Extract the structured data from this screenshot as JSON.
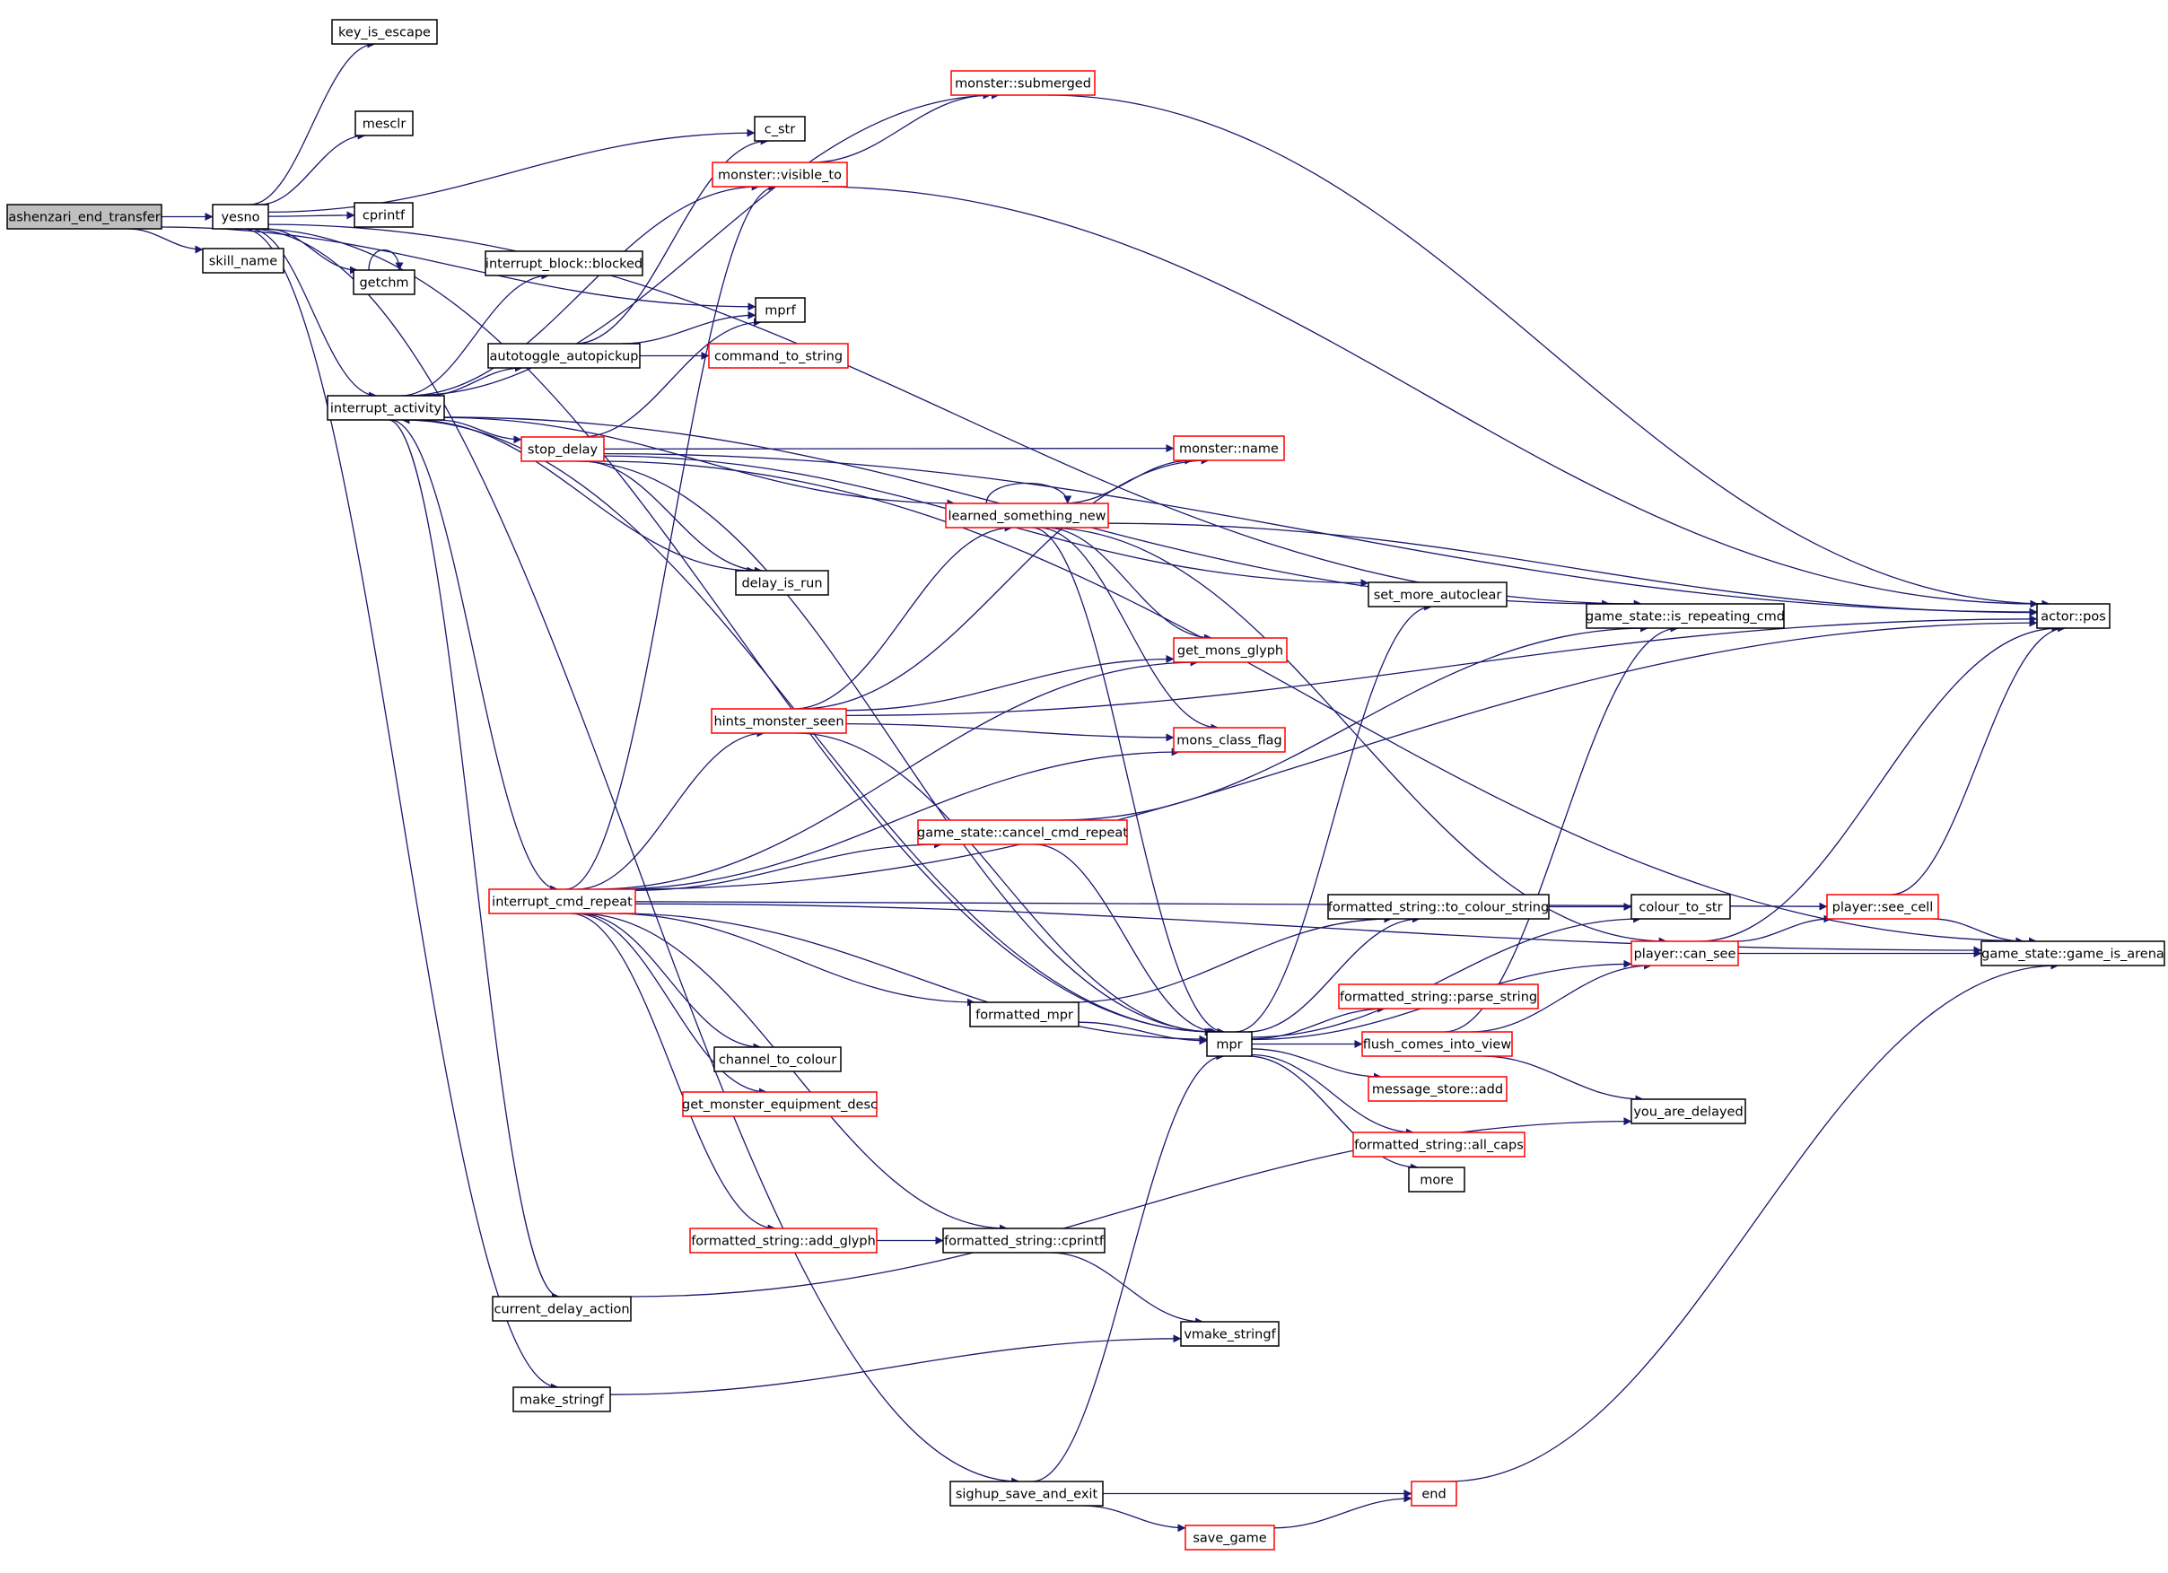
{
  "colors": {
    "edge": "#191970",
    "border_default": "#000000",
    "border_truncated": "#ff0000",
    "root_fill": "#bfbfbf",
    "node_fill": "#ffffff"
  },
  "nodes": [
    {
      "id": "ashenzari_end_transfer",
      "label": "ashenzari_end_transfer",
      "style": "root"
    },
    {
      "id": "yesno",
      "label": "yesno",
      "style": "normal"
    },
    {
      "id": "skill_name",
      "label": "skill_name",
      "style": "normal"
    },
    {
      "id": "key_is_escape",
      "label": "key_is_escape",
      "style": "normal"
    },
    {
      "id": "mesclr",
      "label": "mesclr",
      "style": "normal"
    },
    {
      "id": "cprintf",
      "label": "cprintf",
      "style": "normal"
    },
    {
      "id": "getchm",
      "label": "getchm",
      "style": "normal"
    },
    {
      "id": "c_str",
      "label": "c_str",
      "style": "normal"
    },
    {
      "id": "monster_submerged",
      "label": "monster::submerged",
      "style": "truncated"
    },
    {
      "id": "monster_visible_to",
      "label": "monster::visible_to",
      "style": "truncated"
    },
    {
      "id": "interrupt_block_blocked",
      "label": "interrupt_block::blocked",
      "style": "normal"
    },
    {
      "id": "mprf",
      "label": "mprf",
      "style": "normal"
    },
    {
      "id": "autotoggle_autopickup",
      "label": "autotoggle_autopickup",
      "style": "normal"
    },
    {
      "id": "command_to_string",
      "label": "command_to_string",
      "style": "truncated"
    },
    {
      "id": "interrupt_activity",
      "label": "interrupt_activity",
      "style": "normal"
    },
    {
      "id": "stop_delay",
      "label": "stop_delay",
      "style": "truncated"
    },
    {
      "id": "monster_name",
      "label": "monster::name",
      "style": "truncated"
    },
    {
      "id": "learned_something_new",
      "label": "learned_something_new",
      "style": "truncated"
    },
    {
      "id": "delay_is_run",
      "label": "delay_is_run",
      "style": "normal"
    },
    {
      "id": "set_more_autoclear",
      "label": "set_more_autoclear",
      "style": "normal"
    },
    {
      "id": "game_state_is_repeating_cmd",
      "label": "game_state::is_repeating_cmd",
      "style": "normal"
    },
    {
      "id": "actor_pos",
      "label": "actor::pos",
      "style": "normal"
    },
    {
      "id": "get_mons_glyph",
      "label": "get_mons_glyph",
      "style": "truncated"
    },
    {
      "id": "hints_monster_seen",
      "label": "hints_monster_seen",
      "style": "truncated"
    },
    {
      "id": "mons_class_flag",
      "label": "mons_class_flag",
      "style": "truncated"
    },
    {
      "id": "game_state_cancel_cmd_repeat",
      "label": "game_state::cancel_cmd_repeat",
      "style": "truncated"
    },
    {
      "id": "interrupt_cmd_repeat",
      "label": "interrupt_cmd_repeat",
      "style": "truncated"
    },
    {
      "id": "formatted_string_to_colour_string",
      "label": "formatted_string::to_colour_string",
      "style": "normal"
    },
    {
      "id": "colour_to_str",
      "label": "colour_to_str",
      "style": "normal"
    },
    {
      "id": "player_see_cell",
      "label": "player::see_cell",
      "style": "truncated"
    },
    {
      "id": "player_can_see",
      "label": "player::can_see",
      "style": "truncated"
    },
    {
      "id": "game_state_game_is_arena",
      "label": "game_state::game_is_arena",
      "style": "normal"
    },
    {
      "id": "formatted_string_parse_string",
      "label": "formatted_string::parse_string",
      "style": "truncated"
    },
    {
      "id": "formatted_mpr",
      "label": "formatted_mpr",
      "style": "normal"
    },
    {
      "id": "mpr",
      "label": "mpr",
      "style": "normal"
    },
    {
      "id": "flush_comes_into_view",
      "label": "flush_comes_into_view",
      "style": "truncated"
    },
    {
      "id": "channel_to_colour",
      "label": "channel_to_colour",
      "style": "normal"
    },
    {
      "id": "message_store_add",
      "label": "message_store::add",
      "style": "truncated"
    },
    {
      "id": "you_are_delayed",
      "label": "you_are_delayed",
      "style": "normal"
    },
    {
      "id": "get_monster_equipment_desc",
      "label": "get_monster_equipment_desc",
      "style": "truncated"
    },
    {
      "id": "formatted_string_all_caps",
      "label": "formatted_string::all_caps",
      "style": "truncated"
    },
    {
      "id": "more",
      "label": "more",
      "style": "normal"
    },
    {
      "id": "formatted_string_add_glyph",
      "label": "formatted_string::add_glyph",
      "style": "truncated"
    },
    {
      "id": "formatted_string_cprintf",
      "label": "formatted_string::cprintf",
      "style": "normal"
    },
    {
      "id": "current_delay_action",
      "label": "current_delay_action",
      "style": "normal"
    },
    {
      "id": "vmake_stringf",
      "label": "vmake_stringf",
      "style": "normal"
    },
    {
      "id": "make_stringf",
      "label": "make_stringf",
      "style": "normal"
    },
    {
      "id": "sighup_save_and_exit",
      "label": "sighup_save_and_exit",
      "style": "normal"
    },
    {
      "id": "end",
      "label": "end",
      "style": "truncated"
    },
    {
      "id": "save_game",
      "label": "save_game",
      "style": "truncated"
    }
  ],
  "edges": [
    [
      "ashenzari_end_transfer",
      "yesno"
    ],
    [
      "ashenzari_end_transfer",
      "skill_name"
    ],
    [
      "ashenzari_end_transfer",
      "mprf"
    ],
    [
      "yesno",
      "key_is_escape"
    ],
    [
      "yesno",
      "mesclr"
    ],
    [
      "yesno",
      "cprintf"
    ],
    [
      "yesno",
      "getchm"
    ],
    [
      "yesno",
      "c_str"
    ],
    [
      "yesno",
      "game_state_is_repeating_cmd"
    ],
    [
      "yesno",
      "interrupt_activity"
    ],
    [
      "yesno",
      "make_stringf"
    ],
    [
      "yesno",
      "sighup_save_and_exit"
    ],
    [
      "yesno",
      "mpr"
    ],
    [
      "getchm",
      "getchm"
    ],
    [
      "interrupt_activity",
      "monster_submerged"
    ],
    [
      "interrupt_activity",
      "monster_visible_to"
    ],
    [
      "interrupt_activity",
      "interrupt_block_blocked"
    ],
    [
      "interrupt_activity",
      "autotoggle_autopickup"
    ],
    [
      "interrupt_activity",
      "stop_delay"
    ],
    [
      "interrupt_activity",
      "delay_is_run"
    ],
    [
      "interrupt_activity",
      "interrupt_cmd_repeat"
    ],
    [
      "interrupt_activity",
      "current_delay_action"
    ],
    [
      "interrupt_activity",
      "learned_something_new"
    ],
    [
      "interrupt_activity",
      "game_state_is_repeating_cmd"
    ],
    [
      "autotoggle_autopickup",
      "c_str"
    ],
    [
      "autotoggle_autopickup",
      "mprf"
    ],
    [
      "autotoggle_autopickup",
      "command_to_string"
    ],
    [
      "stop_delay",
      "mprf"
    ],
    [
      "stop_delay",
      "delay_is_run"
    ],
    [
      "stop_delay",
      "monster_name"
    ],
    [
      "stop_delay",
      "actor_pos"
    ],
    [
      "stop_delay",
      "set_more_autoclear"
    ],
    [
      "stop_delay",
      "game_state_game_is_arena"
    ],
    [
      "stop_delay",
      "mpr"
    ],
    [
      "monster_visible_to",
      "monster_submerged"
    ],
    [
      "monster_visible_to",
      "actor_pos"
    ],
    [
      "monster_submerged",
      "actor_pos"
    ],
    [
      "learned_something_new",
      "learned_something_new"
    ],
    [
      "learned_something_new",
      "monster_name"
    ],
    [
      "learned_something_new",
      "get_mons_glyph"
    ],
    [
      "learned_something_new",
      "mons_class_flag"
    ],
    [
      "learned_something_new",
      "actor_pos"
    ],
    [
      "learned_something_new",
      "player_can_see"
    ],
    [
      "learned_something_new",
      "mpr"
    ],
    [
      "hints_monster_seen",
      "learned_something_new"
    ],
    [
      "hints_monster_seen",
      "get_mons_glyph"
    ],
    [
      "hints_monster_seen",
      "mons_class_flag"
    ],
    [
      "hints_monster_seen",
      "actor_pos"
    ],
    [
      "hints_monster_seen",
      "monster_name"
    ],
    [
      "hints_monster_seen",
      "mpr"
    ],
    [
      "interrupt_cmd_repeat",
      "monster_visible_to"
    ],
    [
      "interrupt_cmd_repeat",
      "hints_monster_seen"
    ],
    [
      "interrupt_cmd_repeat",
      "get_mons_glyph"
    ],
    [
      "interrupt_cmd_repeat",
      "mons_class_flag"
    ],
    [
      "interrupt_cmd_repeat",
      "game_state_cancel_cmd_repeat"
    ],
    [
      "interrupt_cmd_repeat",
      "actor_pos"
    ],
    [
      "interrupt_cmd_repeat",
      "player_see_cell"
    ],
    [
      "interrupt_cmd_repeat",
      "formatted_mpr"
    ],
    [
      "interrupt_cmd_repeat",
      "mpr"
    ],
    [
      "interrupt_cmd_repeat",
      "channel_to_colour"
    ],
    [
      "interrupt_cmd_repeat",
      "get_monster_equipment_desc"
    ],
    [
      "interrupt_cmd_repeat",
      "formatted_string_add_glyph"
    ],
    [
      "interrupt_cmd_repeat",
      "formatted_string_cprintf"
    ],
    [
      "interrupt_cmd_repeat",
      "game_state_game_is_arena"
    ],
    [
      "game_state_cancel_cmd_repeat",
      "game_state_is_repeating_cmd"
    ],
    [
      "game_state_cancel_cmd_repeat",
      "mpr"
    ],
    [
      "formatted_mpr",
      "formatted_string_to_colour_string"
    ],
    [
      "formatted_mpr",
      "mpr"
    ],
    [
      "formatted_string_to_colour_string",
      "colour_to_str"
    ],
    [
      "mpr",
      "set_more_autoclear"
    ],
    [
      "mpr",
      "formatted_string_to_colour_string"
    ],
    [
      "mpr",
      "colour_to_str"
    ],
    [
      "mpr",
      "formatted_string_parse_string"
    ],
    [
      "mpr",
      "flush_comes_into_view"
    ],
    [
      "mpr",
      "message_store_add"
    ],
    [
      "mpr",
      "formatted_string_all_caps"
    ],
    [
      "mpr",
      "more"
    ],
    [
      "mpr",
      "player_can_see"
    ],
    [
      "mpr",
      "interrupt_activity"
    ],
    [
      "flush_comes_into_view",
      "game_state_is_repeating_cmd"
    ],
    [
      "flush_comes_into_view",
      "player_can_see"
    ],
    [
      "flush_comes_into_view",
      "you_are_delayed"
    ],
    [
      "player_can_see",
      "player_see_cell"
    ],
    [
      "player_can_see",
      "game_state_game_is_arena"
    ],
    [
      "player_can_see",
      "actor_pos"
    ],
    [
      "player_see_cell",
      "game_state_game_is_arena"
    ],
    [
      "player_see_cell",
      "actor_pos"
    ],
    [
      "formatted_string_add_glyph",
      "formatted_string_cprintf"
    ],
    [
      "formatted_string_cprintf",
      "vmake_stringf"
    ],
    [
      "current_delay_action",
      "you_are_delayed"
    ],
    [
      "make_stringf",
      "vmake_stringf"
    ],
    [
      "sighup_save_and_exit",
      "end"
    ],
    [
      "sighup_save_and_exit",
      "save_game"
    ],
    [
      "sighup_save_and_exit",
      "mpr"
    ],
    [
      "save_game",
      "end"
    ],
    [
      "end",
      "game_state_game_is_arena"
    ]
  ]
}
